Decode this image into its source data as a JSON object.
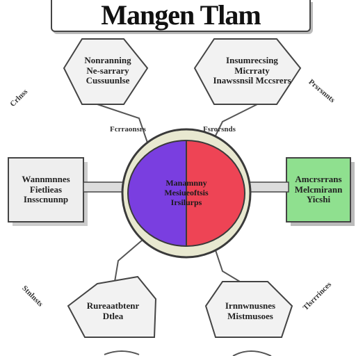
{
  "title": "Mangen Tlam",
  "colors": {
    "circle_left": "#7a3ee0",
    "circle_right": "#ee4455",
    "circle_border": "#3a3a3a",
    "right_box_fill": "#8fe08f",
    "hexagon_fill": "#f2f2f2",
    "box_fill": "#eeeeee",
    "stroke": "#444444"
  },
  "center": {
    "lines": [
      "Manamnny",
      "Mesiueoftsis",
      "Irsilurps"
    ]
  },
  "hex_top_left": {
    "lines": [
      "Nonranning",
      "Ne-sarrary",
      "Cussuunlse"
    ],
    "caption": "Fcrraonsrs"
  },
  "hex_top_right": {
    "lines": [
      "Insumrecsing",
      "Micrraty",
      "Inawssnsil Mccsrers"
    ],
    "caption": "Fsrorsnds"
  },
  "box_left": {
    "lines": [
      "Wannmnnes",
      "Fietlieas",
      "Insscnunnp"
    ]
  },
  "box_right": {
    "lines": [
      "Amcrsrrans",
      "Melcmirann",
      "Yicshi"
    ]
  },
  "hex_bottom_left": {
    "lines": [
      "Rureaatbtenr",
      "Dtlea"
    ]
  },
  "hex_bottom_right": {
    "lines": [
      "Irnnwnusnes",
      "Mistmusoes"
    ]
  },
  "side_labels": {
    "left_top": "Crlnss",
    "right_top": "Prsrsnnts",
    "left_bottom": "Stnlnsts",
    "right_bottom": "Tlsrrrinces"
  }
}
